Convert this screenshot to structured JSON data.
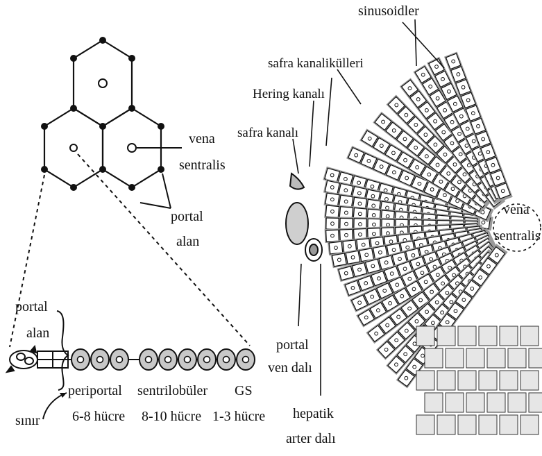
{
  "labels": {
    "sinusoidler": "sinusoidler",
    "safra_kanalikulleri": "safra kanalikülleri",
    "hering_kanali": "Hering kanalı",
    "safra_kanali": "safra kanalı",
    "vena_sentralis_top_1": "vena",
    "vena_sentralis_top_2": "sentralis",
    "portal_alan_top_1": "portal",
    "portal_alan_top_2": "alan",
    "vena_sentralis_right_1": "vena",
    "vena_sentralis_right_2": "sentralis",
    "portal_alan_left_1": "portal",
    "portal_alan_left_2": "alan",
    "periportal": "periportal",
    "periportal_count": "6-8 hücre",
    "sentrilobular": "sentrilobüler",
    "sentrilobular_count": "8-10 hücre",
    "gs": "GS",
    "gs_count": "1-3 hücre",
    "sinir": "sınır",
    "portal_ven_dali_1": "portal",
    "portal_ven_dali_2": "ven dalı",
    "hepatik_arter_dali_1": "hepatik",
    "hepatik_arter_dali_2": "arter dalı"
  }
}
